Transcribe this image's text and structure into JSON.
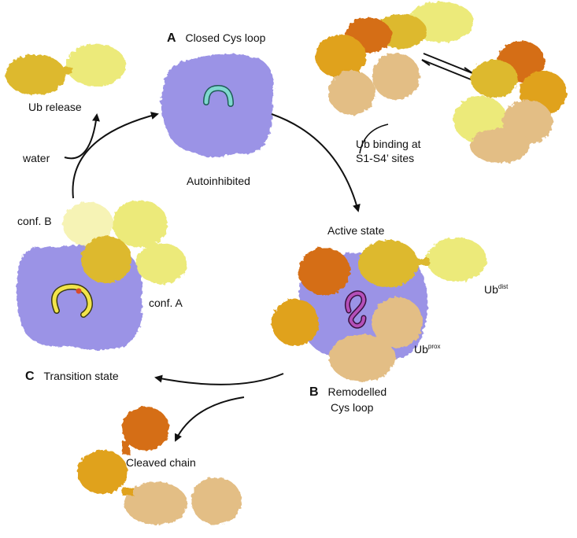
{
  "labels": {
    "panel_a_letter": "A",
    "panel_a_title": "Closed Cys loop",
    "autoinhibited": "Autoinhibited",
    "ub_release": "Ub release",
    "water": "water",
    "ub_binding_line1": "Ub binding at",
    "ub_binding_line2": "S1-S4’ sites",
    "conf_b": "conf. B",
    "conf_a": "conf. A",
    "active_state": "Active state",
    "ub_dist_base": "Ub",
    "ub_dist_sup": "dist",
    "ub_prox_base": "Ub",
    "ub_prox_sup": "prox",
    "panel_c_letter": "C",
    "panel_c_title": "Transition state",
    "panel_b_letter": "B",
    "panel_b_line1": "Remodelled",
    "panel_b_line2": "Cys loop",
    "cleaved_chain": "Cleaved chain"
  },
  "colors": {
    "enzyme": "#9b93e6",
    "ub_yellow": "#ecea7a",
    "ub_gold": "#ddb92e",
    "ub_orange": "#e0a21f",
    "ub_darkorange": "#d56e12",
    "ub_tan": "#e3be85",
    "loop_closed": "#7fd8cf",
    "loop_remodelled": "#b44fb8",
    "loop_transition": "#f2e44a",
    "arrow": "#111111"
  }
}
